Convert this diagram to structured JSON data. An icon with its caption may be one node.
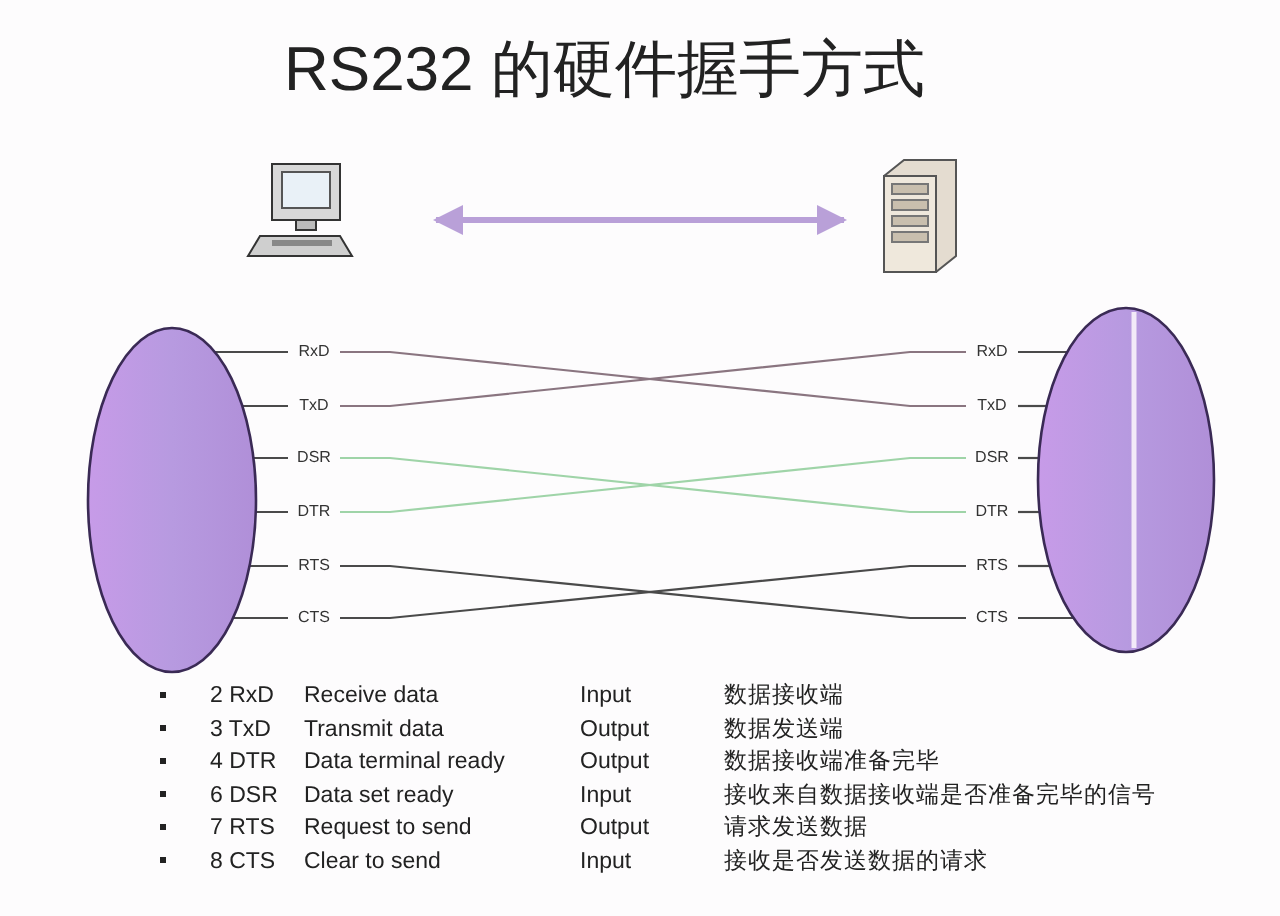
{
  "diagram": {
    "title": "RS232 的硬件握手方式",
    "nodes": [
      {
        "text": [],
        "shape": "picture"
      },
      {
        "text": [],
        "shape": "picture"
      },
      {
        "text": [],
        "shape": "ellipse"
      },
      {
        "text": [
          "RxD"
        ]
      },
      {
        "text": [
          "TxD"
        ]
      },
      {
        "text": [
          "DSR"
        ]
      },
      {
        "text": [
          "DTR"
        ]
      },
      {
        "text": [
          "RTS"
        ]
      },
      {
        "text": [
          "CTS"
        ]
      },
      {
        "text": [],
        "shape": "ellipse"
      },
      {
        "text": [
          "RxD"
        ]
      },
      {
        "text": [
          "TxD"
        ]
      },
      {
        "text": [
          "DSR"
        ]
      },
      {
        "text": [
          "DTR"
        ]
      },
      {
        "text": [
          "RTS"
        ]
      },
      {
        "text": [
          "CTS"
        ]
      }
    ],
    "edges": [
      {
        "from": 0,
        "to": 1,
        "arrow": "both",
        "style": "thick",
        "color": "#b9a0d8"
      },
      {
        "from": 2,
        "to": 3,
        "arrow": "none"
      },
      {
        "from": 2,
        "to": 4,
        "arrow": "none"
      },
      {
        "from": 2,
        "to": 5,
        "arrow": "none"
      },
      {
        "from": 2,
        "to": 6,
        "arrow": "none"
      },
      {
        "from": 2,
        "to": 7,
        "arrow": "none"
      },
      {
        "from": 2,
        "to": 8,
        "arrow": "none"
      },
      {
        "from": 10,
        "to": 9,
        "arrow": "none"
      },
      {
        "from": 11,
        "to": 9,
        "arrow": "none"
      },
      {
        "from": 12,
        "to": 9,
        "arrow": "none"
      },
      {
        "from": 13,
        "to": 9,
        "arrow": "none"
      },
      {
        "from": 14,
        "to": 9,
        "arrow": "none"
      },
      {
        "from": 15,
        "to": 9,
        "arrow": "none"
      },
      {
        "from": 3,
        "to": 11,
        "arrow": "none",
        "color": "#8a7580"
      },
      {
        "from": 4,
        "to": 10,
        "arrow": "none",
        "color": "#8a7580"
      },
      {
        "from": 5,
        "to": 13,
        "arrow": "none",
        "color": "#9fd4a8"
      },
      {
        "from": 6,
        "to": 12,
        "arrow": "none",
        "color": "#9fd4a8"
      },
      {
        "from": 7,
        "to": 15,
        "arrow": "none"
      },
      {
        "from": 8,
        "to": 14,
        "arrow": "none"
      }
    ],
    "labels": [
      "2 RxD",
      "Receive data",
      "Input",
      "数据接收端",
      "3 TxD",
      "Transmit data",
      "Output",
      "数据发送端",
      "4 DTR",
      "Data terminal ready",
      "Output",
      "数据接收端准备完毕",
      "6 DSR",
      "Data set ready",
      "Input",
      "接收来自数据接收端是否准备完毕的信号",
      "7 RTS",
      "Request to send",
      "Output",
      "请求发送数据",
      "8 CTS",
      "Clear to send",
      "Input",
      "接收是否发送数据的请求"
    ]
  }
}
